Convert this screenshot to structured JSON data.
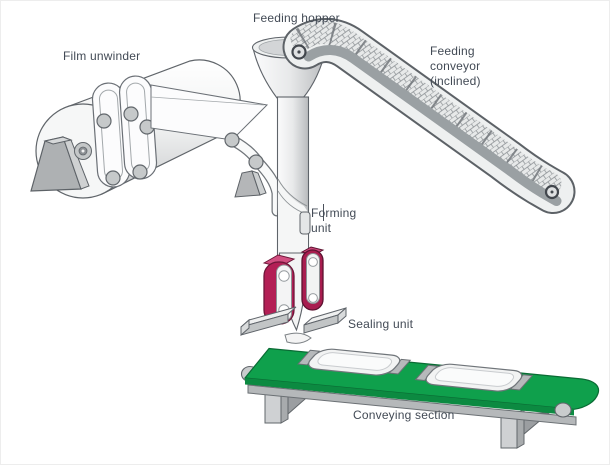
{
  "figure": {
    "title": "Vertical form-fill-seal packaging machine diagram",
    "labels": {
      "feeding_hopper": "Feeding hopper",
      "film_unwinder": "Film unwinder",
      "feeding_conveyor": [
        "Feeding",
        "conveyor",
        "(inclined)"
      ],
      "forming_unit": [
        "Forming",
        "unit"
      ],
      "sealing_unit": "Sealing unit",
      "conveying_section": "Conveying section"
    },
    "colors": {
      "label_text": "#424a55",
      "outline": "#5f646a",
      "machine_light": "#f2f3f3",
      "machine_mid": "#d6d8d9",
      "machine_dark": "#a9abad",
      "pulldown_belt_magenta": "#b31f55",
      "pulldown_belt_magenta_dark": "#a81d4f",
      "conveyor_belt_green": "#0fa04c",
      "conveyor_belt_green_shade": "#0c8a41"
    }
  }
}
